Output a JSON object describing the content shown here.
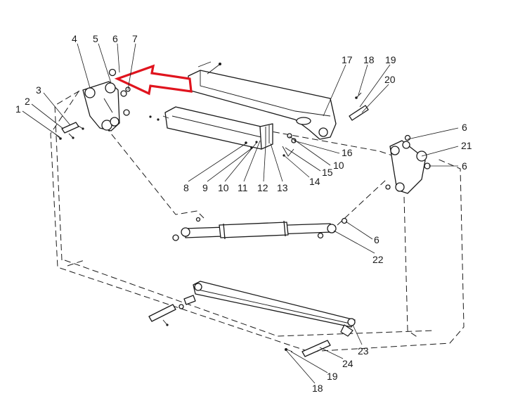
{
  "callouts": [
    "1",
    "2",
    "3",
    "4",
    "5",
    "6",
    "7",
    "17",
    "18",
    "19",
    "20",
    "6",
    "21",
    "6",
    "16",
    "10",
    "15",
    "14",
    "8",
    "9",
    "10",
    "11",
    "12",
    "13",
    "6",
    "22",
    "23",
    "24",
    "19",
    "18"
  ],
  "colors": {
    "highlight_arrow": "#e0141e",
    "line": "#1a1a1a",
    "background": "#ffffff"
  }
}
